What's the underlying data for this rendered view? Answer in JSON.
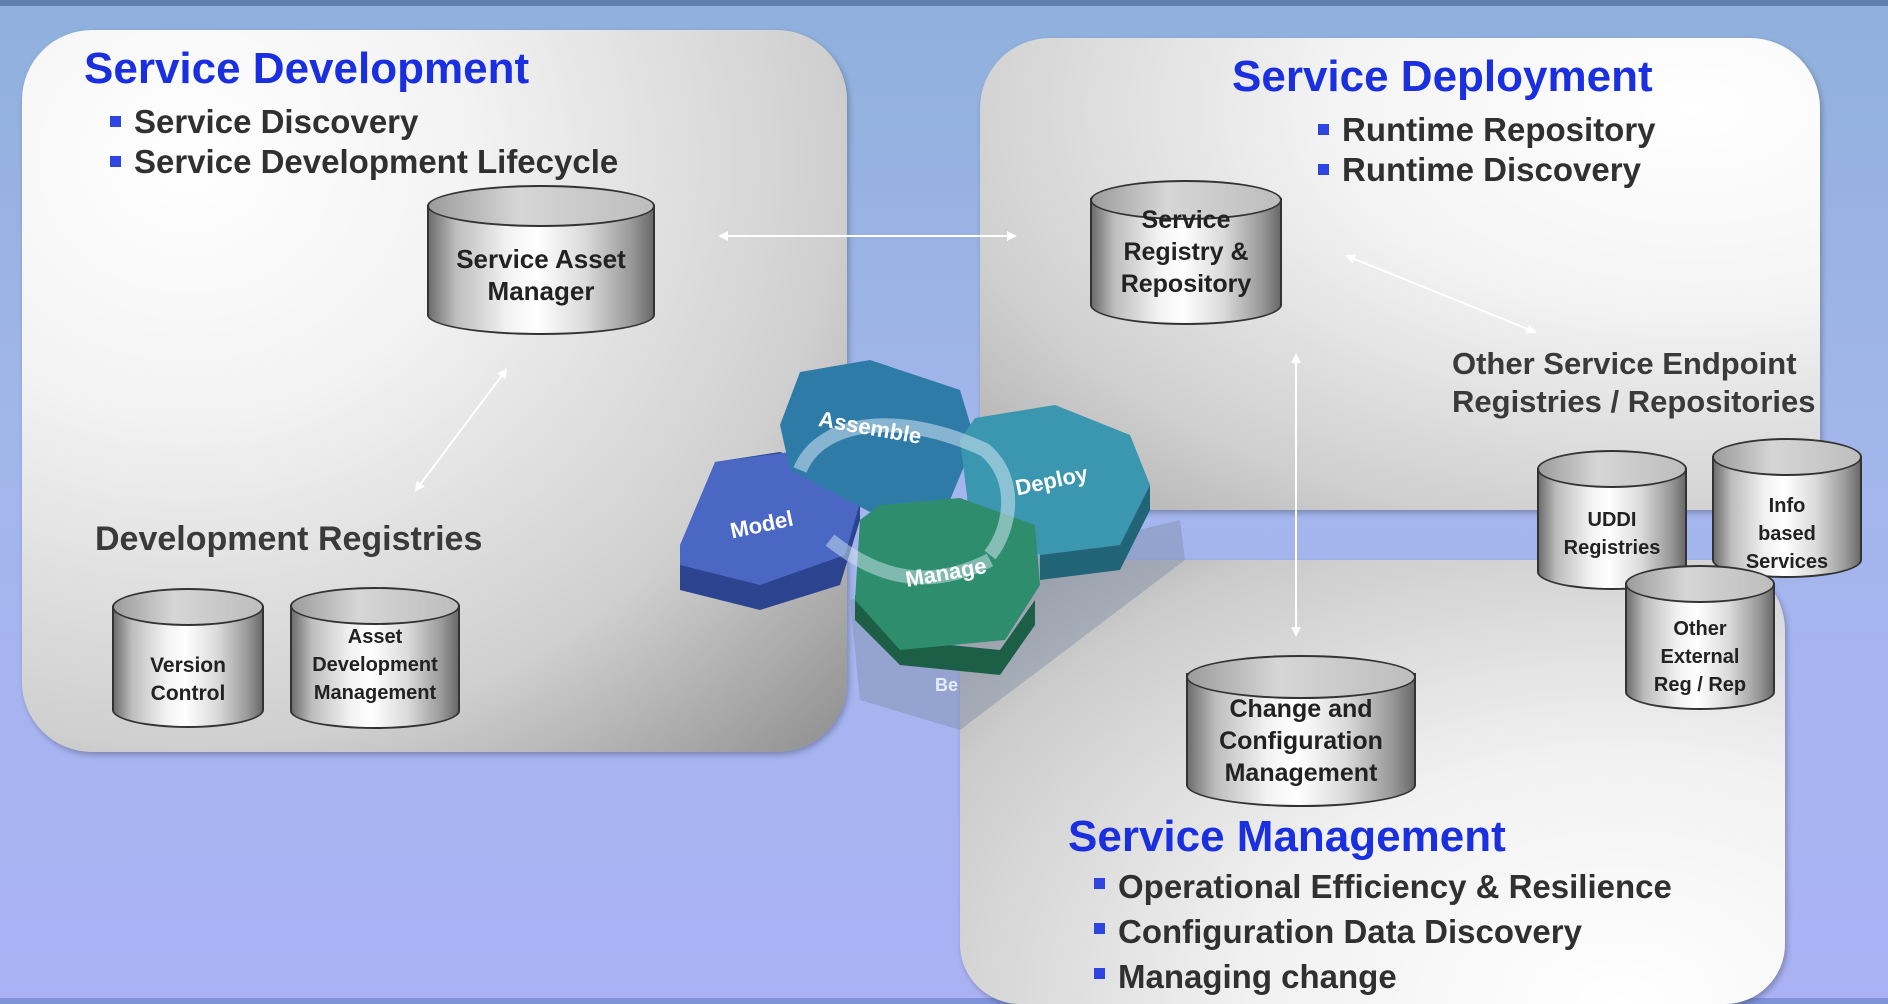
{
  "development": {
    "title": "Service Development",
    "bullets": [
      "Service Discovery",
      "Service Development Lifecycle"
    ],
    "registries_label": "Development Registries",
    "asset_manager": "Service Asset Manager",
    "version_control": "Version Control",
    "asset_dev_mgmt": "Asset Development Management"
  },
  "deployment": {
    "title": "Service Deployment",
    "bullets": [
      "Runtime Repository",
      "Runtime Discovery"
    ],
    "registry": "Service Registry & Repository",
    "other_label_line1": "Other Service Endpoint",
    "other_label_line2": "Registries / Repositories",
    "uddi": "UDDI Registries",
    "info_services": "Info based Services",
    "other_external": "Other External Reg / Rep"
  },
  "management": {
    "title": "Service Management",
    "bullets": [
      "Operational Efficiency & Resilience",
      "Configuration Data Discovery",
      "Managing change"
    ],
    "change_config": "Change and Configuration Management"
  },
  "lifecycle": {
    "model": "Model",
    "assemble": "Assemble",
    "deploy": "Deploy",
    "manage": "Manage",
    "partial": "Be"
  },
  "colors": {
    "title_blue": "#1a2fe0",
    "hex_model": "#4b67c4",
    "hex_assemble": "#2f7ba8",
    "hex_deploy": "#3b97b0",
    "hex_manage": "#2e8d6c"
  }
}
